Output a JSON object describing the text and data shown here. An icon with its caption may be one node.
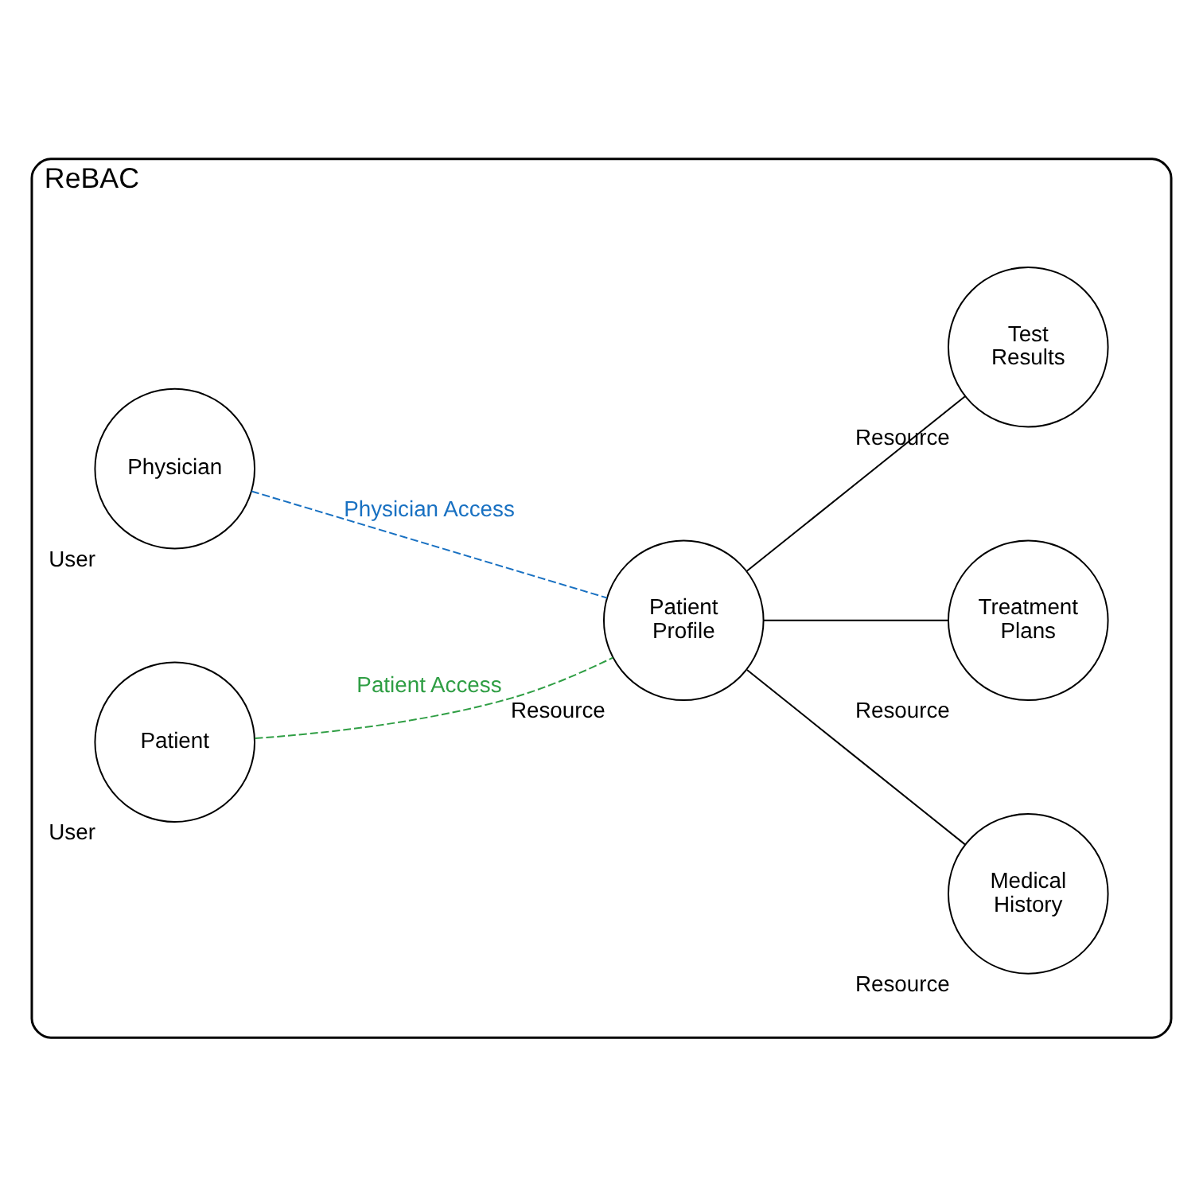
{
  "diagram": {
    "nodes": [
      {
        "text": [
          "ReBAC"
        ]
      },
      {
        "text": [
          "Physician"
        ],
        "beside": [
          "User"
        ],
        "in": 0
      },
      {
        "text": [
          "Medical History"
        ],
        "beside": [
          "Resource"
        ],
        "in": 0
      },
      {
        "text": [
          "Patient Profile"
        ],
        "beside": [
          "Resource"
        ],
        "in": 0
      },
      {
        "text": [
          "Treatment Plans"
        ],
        "beside": [
          "Resource"
        ],
        "in": 0
      },
      {
        "text": [
          "Test Results"
        ],
        "beside": [
          "Resource"
        ],
        "in": 0
      },
      {
        "text": [
          "Patient"
        ],
        "beside": [
          "User"
        ],
        "in": 0
      }
    ],
    "edges": [
      {
        "from": 1,
        "to": 3,
        "arrow": "none",
        "label": "Physician Access",
        "style": "dashed",
        "color": "#1971c2"
      },
      {
        "from": 3,
        "to": 2,
        "arrow": "none"
      },
      {
        "from": 3,
        "to": 4,
        "arrow": "none"
      },
      {
        "from": 3,
        "to": 5,
        "arrow": "none"
      },
      {
        "from": 6,
        "to": 3,
        "arrow": "none",
        "label": "Patient Access",
        "style": "dashed",
        "color": "#2f9e44"
      }
    ]
  }
}
